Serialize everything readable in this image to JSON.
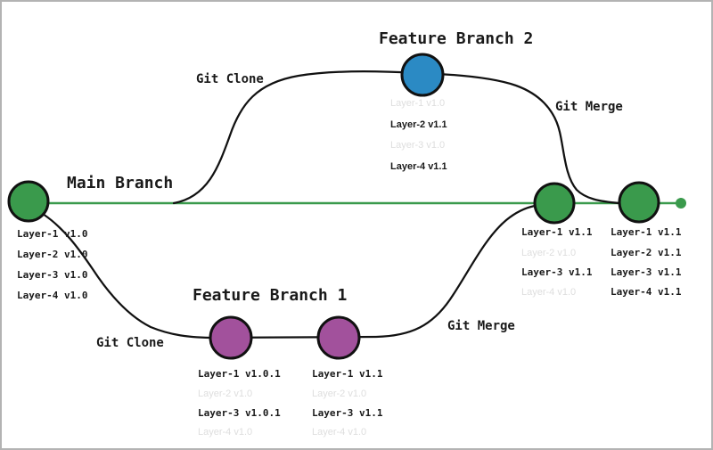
{
  "diagram": {
    "type": "git-branching-diagram",
    "titles": {
      "main_branch": "Main Branch",
      "feature_branch_1": "Feature Branch 1",
      "feature_branch_2": "Feature Branch 2"
    },
    "actions": {
      "clone_to_feature2": "Git Clone",
      "merge_from_feature2": "Git Merge",
      "clone_to_feature1": "Git Clone",
      "merge_from_feature1": "Git Merge"
    },
    "colors": {
      "main_branch_green": "#3a9a4c",
      "feature1_purple": "#a2519c",
      "feature2_blue": "#2b8ac4",
      "curve_black": "#111111",
      "text_black": "#1a1a1a",
      "text_muted_gray": "#dedede"
    },
    "nodes": {
      "main_start": {
        "branch": "main",
        "labels": [
          {
            "text": "Layer-1 v1.0",
            "muted": false
          },
          {
            "text": "Layer-2 v1.0",
            "muted": false
          },
          {
            "text": "Layer-3 v1.0",
            "muted": false
          },
          {
            "text": "Layer-4 v1.0",
            "muted": false
          }
        ]
      },
      "feature2_commit": {
        "branch": "feature-branch-2",
        "labels": [
          {
            "text": "Layer-1 v1.0",
            "muted": true
          },
          {
            "text": "Layer-2 v1.1",
            "muted": false
          },
          {
            "text": "Layer-3 v1.0",
            "muted": true
          },
          {
            "text": "Layer-4 v1.1",
            "muted": false
          }
        ]
      },
      "feature1_commit1": {
        "branch": "feature-branch-1",
        "labels": [
          {
            "text": "Layer-1 v1.0.1",
            "muted": false
          },
          {
            "text": "Layer-2 v1.0",
            "muted": true
          },
          {
            "text": "Layer-3 v1.0.1",
            "muted": false
          },
          {
            "text": "Layer-4 v1.0",
            "muted": true
          }
        ]
      },
      "feature1_commit2": {
        "branch": "feature-branch-1",
        "labels": [
          {
            "text": "Layer-1 v1.1",
            "muted": false
          },
          {
            "text": "Layer-2 v1.0",
            "muted": true
          },
          {
            "text": "Layer-3 v1.1",
            "muted": false
          },
          {
            "text": "Layer-4 v1.0",
            "muted": true
          }
        ]
      },
      "merge_feature1": {
        "branch": "main",
        "labels": [
          {
            "text": "Layer-1 v1.1",
            "muted": false
          },
          {
            "text": "Layer-2 v1.0",
            "muted": true
          },
          {
            "text": "Layer-3 v1.1",
            "muted": false
          },
          {
            "text": "Layer-4 v1.0",
            "muted": true
          }
        ]
      },
      "merge_feature2": {
        "branch": "main",
        "labels": [
          {
            "text": "Layer-1 v1.1",
            "muted": false
          },
          {
            "text": "Layer-2 v1.1",
            "muted": false
          },
          {
            "text": "Layer-3 v1.1",
            "muted": false
          },
          {
            "text": "Layer-4 v1.1",
            "muted": false
          }
        ]
      }
    }
  }
}
